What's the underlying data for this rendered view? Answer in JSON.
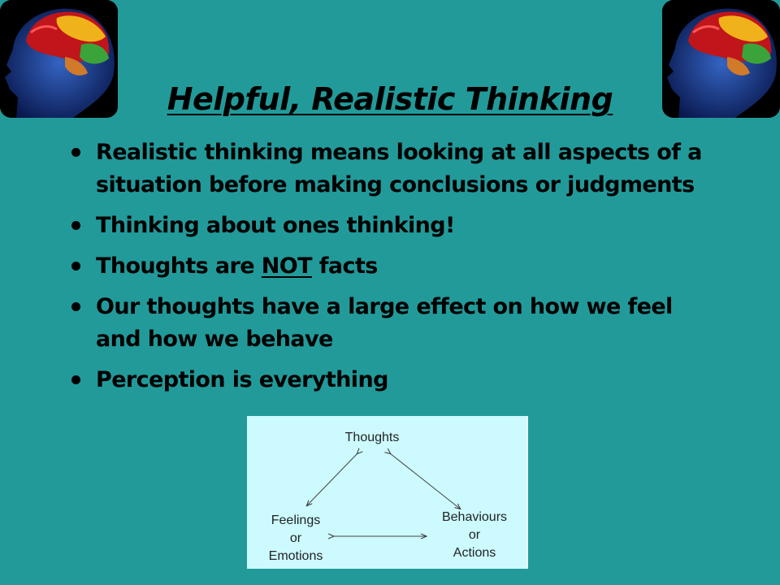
{
  "slide": {
    "title": "Helpful, Realistic Thinking",
    "bullets": [
      {
        "text": "Realistic thinking means looking at all aspects of a situation before making conclusions or judgments"
      },
      {
        "text": "Thinking about ones thinking!"
      },
      {
        "pre": "Thoughts are ",
        "emph": "NOT",
        "post": " facts"
      },
      {
        "text": "Our thoughts have a large effect on how we feel and how we behave"
      },
      {
        "text": "Perception is everything"
      }
    ],
    "diagram": {
      "top": "Thoughts",
      "left": [
        "Feelings",
        "or",
        "Emotions"
      ],
      "right": [
        "Behaviours",
        "or",
        "Actions"
      ]
    },
    "colors": {
      "background": "#229a9a",
      "diagram_bg": "#ccfaff"
    },
    "icons": [
      "brain-head-icon-left",
      "brain-head-icon-right"
    ]
  }
}
